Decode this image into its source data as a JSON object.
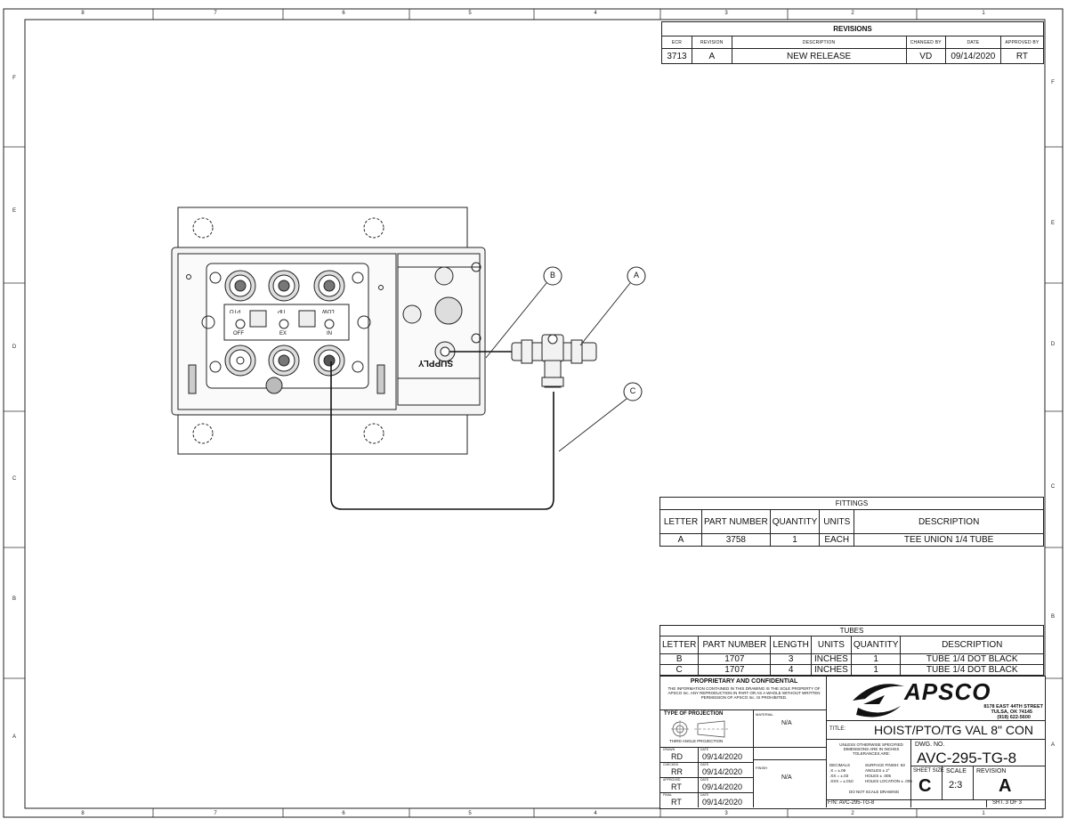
{
  "zones": {
    "top": [
      "8",
      "7",
      "6",
      "5",
      "4",
      "3",
      "2",
      "1"
    ],
    "side_left": [
      "F",
      "E",
      "D",
      "C",
      "B",
      "A"
    ],
    "side_right": [
      "F",
      "E",
      "D",
      "C",
      "B",
      "A"
    ]
  },
  "revisions": {
    "title": "REVISIONS",
    "headers": [
      "ECR",
      "REVISION",
      "DESCRIPTION",
      "CHANGED BY",
      "DATE",
      "APPROVED BY"
    ],
    "row": [
      "3713",
      "A",
      "NEW RELEASE",
      "VD",
      "09/14/2020",
      "RT"
    ]
  },
  "balloons": [
    "A",
    "B",
    "C"
  ],
  "supply_label": "SUPPLY",
  "valve_labels": {
    "top": [
      "PTO",
      "TIP",
      "LOW"
    ],
    "bottom": [
      "OFF",
      "EX",
      "IN"
    ]
  },
  "fittings": {
    "title": "FITTINGS",
    "headers": [
      "LETTER",
      "PART NUMBER",
      "QUANTITY",
      "UNITS",
      "DESCRIPTION"
    ],
    "rows": [
      [
        "A",
        "3758",
        "1",
        "EACH",
        "TEE UNION 1/4 TUBE"
      ]
    ]
  },
  "tubes": {
    "title": "TUBES",
    "headers": [
      "LETTER",
      "PART NUMBER",
      "LENGTH",
      "UNITS",
      "QUANTITY",
      "DESCRIPTION"
    ],
    "rows": [
      [
        "B",
        "1707",
        "3",
        "INCHES",
        "1",
        "TUBE 1/4 DOT BLACK"
      ],
      [
        "C",
        "1707",
        "4",
        "INCHES",
        "1",
        "TUBE 1/4 DOT BLACK"
      ]
    ]
  },
  "title_block": {
    "proprietary_title": "PROPRIETARY AND CONFIDENTIAL",
    "proprietary_text": "THE INFORMATION CONTAINED IN THIS DRAWING IS THE SOLE PROPERTY OF APSCO Inc. ANY REPRODUCTION IN PART OR AS A WHOLE WITHOUT WRITTEN PERMISSION OF APSCO Inc. IS PROHIBITED.",
    "projection_title": "TYPE OF PROJECTION",
    "projection_note": "THIRD ANGLE PROJECTION",
    "material_label": "MATERIAL",
    "material_value": "N/A",
    "finish_label": "FINISH",
    "finish_value": "N/A",
    "drawn_label": "DRAWN",
    "drawn_by": "RD",
    "checked_label": "CHECKED",
    "checked_by": "RR",
    "approved_label": "APPROVED",
    "approved_by": "RT",
    "final_label": "FINAL",
    "final_by": "RT",
    "date_label": "DATE",
    "dates": [
      "09/14/2020",
      "09/14/2020",
      "09/14/2020",
      "09/14/2020"
    ],
    "company": "APSCO",
    "address1": "8178 EAST 44TH STREET",
    "address2": "TULSA, OK 74145",
    "phone": "(918) 622-5600",
    "title_label": "TITLE:",
    "title_value": "HOIST/PTO/TG VAL 8\" CON",
    "tolerance_head": "UNLESS OTHERWISE SPECIFIED DIMENSIONS ARE IN INCHES TOLERANCES ARE:",
    "decimals": "DECIMALS",
    "tol1": ".X = ±.06",
    "tol2": ".XX = ±.03",
    "tol3": ".XXX = ±.010",
    "finish_spec": "SURFACE FINISH: 63",
    "angles": "ANGLES ± 2°",
    "holes": "HOLES ± .005",
    "holes_loc": "HOLES LOCATION ± .005",
    "no_scale": "DO NOT SCALE DRAWING",
    "fn": "F/N: AVC-295-TG-8",
    "dwg_no_label": "DWG. NO.",
    "dwg_no": "AVC-295-TG-8",
    "sheet_size_label": "SHEET SIZE",
    "sheet_size": "C",
    "scale_label": "SCALE",
    "scale": "2:3",
    "revision_label": "REVISION",
    "revision": "A",
    "sheet": "SHT. 3 OF 3"
  }
}
